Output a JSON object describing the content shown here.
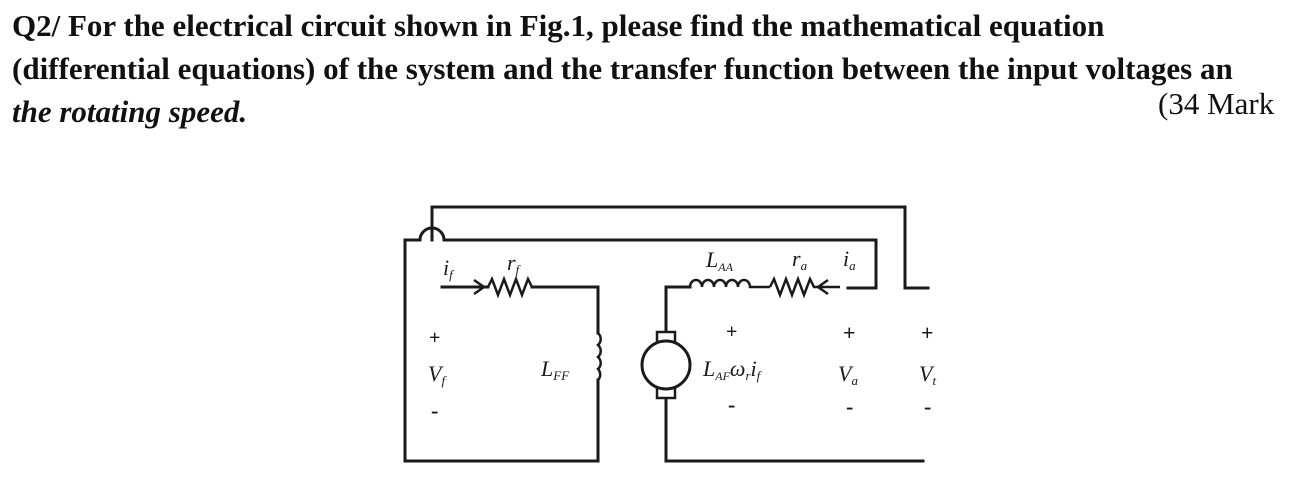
{
  "question": {
    "number": "Q2/",
    "line1": "For the electrical circuit shown in Fig.1, please find the mathematical equation",
    "line2": "(differential equations) of the system and the transfer function between the input voltages an",
    "line3": "the rotating speed.",
    "marks": "(34 Mark"
  },
  "figure": {
    "labels": {
      "i_f": "i",
      "i_f_sub": "f",
      "r_f": "r",
      "r_f_sub": "f",
      "v_f": "V",
      "v_f_sub": "f",
      "l_ff": "L",
      "l_ff_sub": "FF",
      "l_aa": "L",
      "l_aa_sub": "AA",
      "r_a": "r",
      "r_a_sub": "a",
      "i_a": "i",
      "i_a_sub": "a",
      "back_emf": "L",
      "back_emf_sub": "AF",
      "back_emf_rest": "ω",
      "back_emf_tail": "i",
      "back_emf_tail_sub": "f",
      "v_a": "V",
      "v_a_sub": "a",
      "v_t": "V",
      "v_t_sub": "t",
      "plus": "+",
      "minus": "-"
    }
  }
}
